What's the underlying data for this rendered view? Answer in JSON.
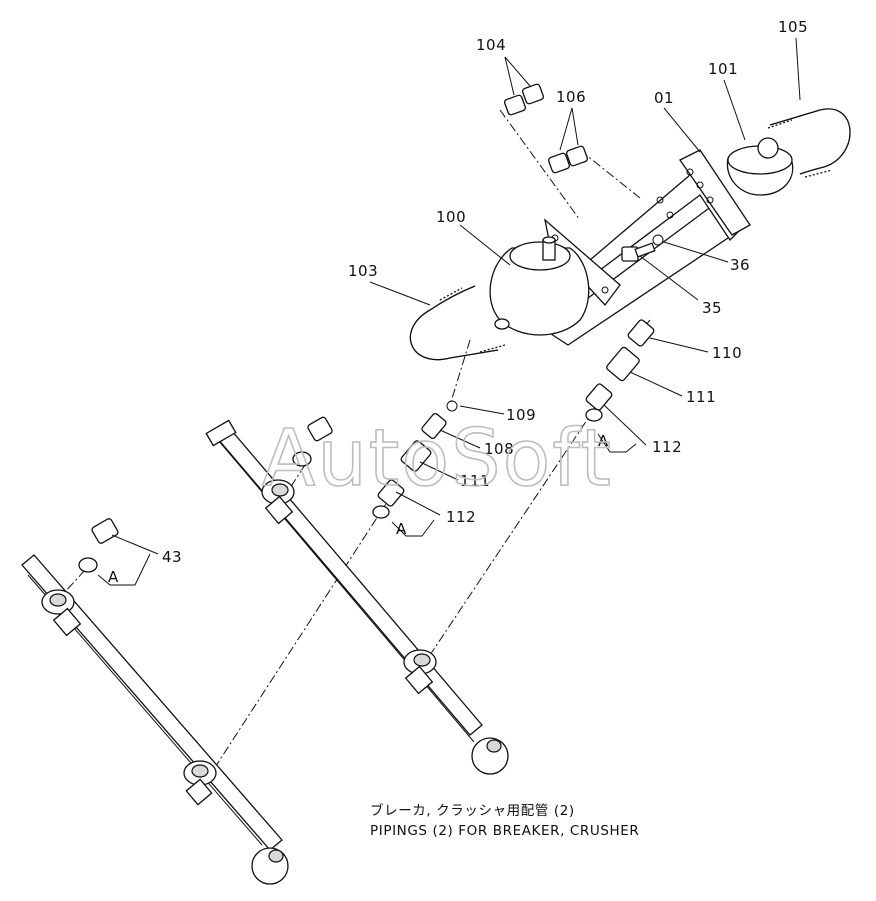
{
  "caption": {
    "line1": "ブレーカ, クラッシャ用配管 (2)",
    "line2": "PIPINGS (2) FOR  BREAKER, CRUSHER"
  },
  "watermark": "AutoSoft",
  "callouts": [
    {
      "id": "104",
      "text": "104"
    },
    {
      "id": "105",
      "text": "105"
    },
    {
      "id": "101",
      "text": "101"
    },
    {
      "id": "106",
      "text": "106"
    },
    {
      "id": "01",
      "text": "01"
    },
    {
      "id": "100",
      "text": "100"
    },
    {
      "id": "103",
      "text": "103"
    },
    {
      "id": "36",
      "text": "36"
    },
    {
      "id": "35",
      "text": "35"
    },
    {
      "id": "110",
      "text": "110"
    },
    {
      "id": "111a",
      "text": "111"
    },
    {
      "id": "112a",
      "text": "112"
    },
    {
      "id": "A1",
      "text": "A"
    },
    {
      "id": "109",
      "text": "109"
    },
    {
      "id": "108",
      "text": "108"
    },
    {
      "id": "111b",
      "text": "111"
    },
    {
      "id": "112b",
      "text": "112"
    },
    {
      "id": "A2",
      "text": "A"
    },
    {
      "id": "43",
      "text": "43"
    },
    {
      "id": "A3",
      "text": "A"
    }
  ]
}
